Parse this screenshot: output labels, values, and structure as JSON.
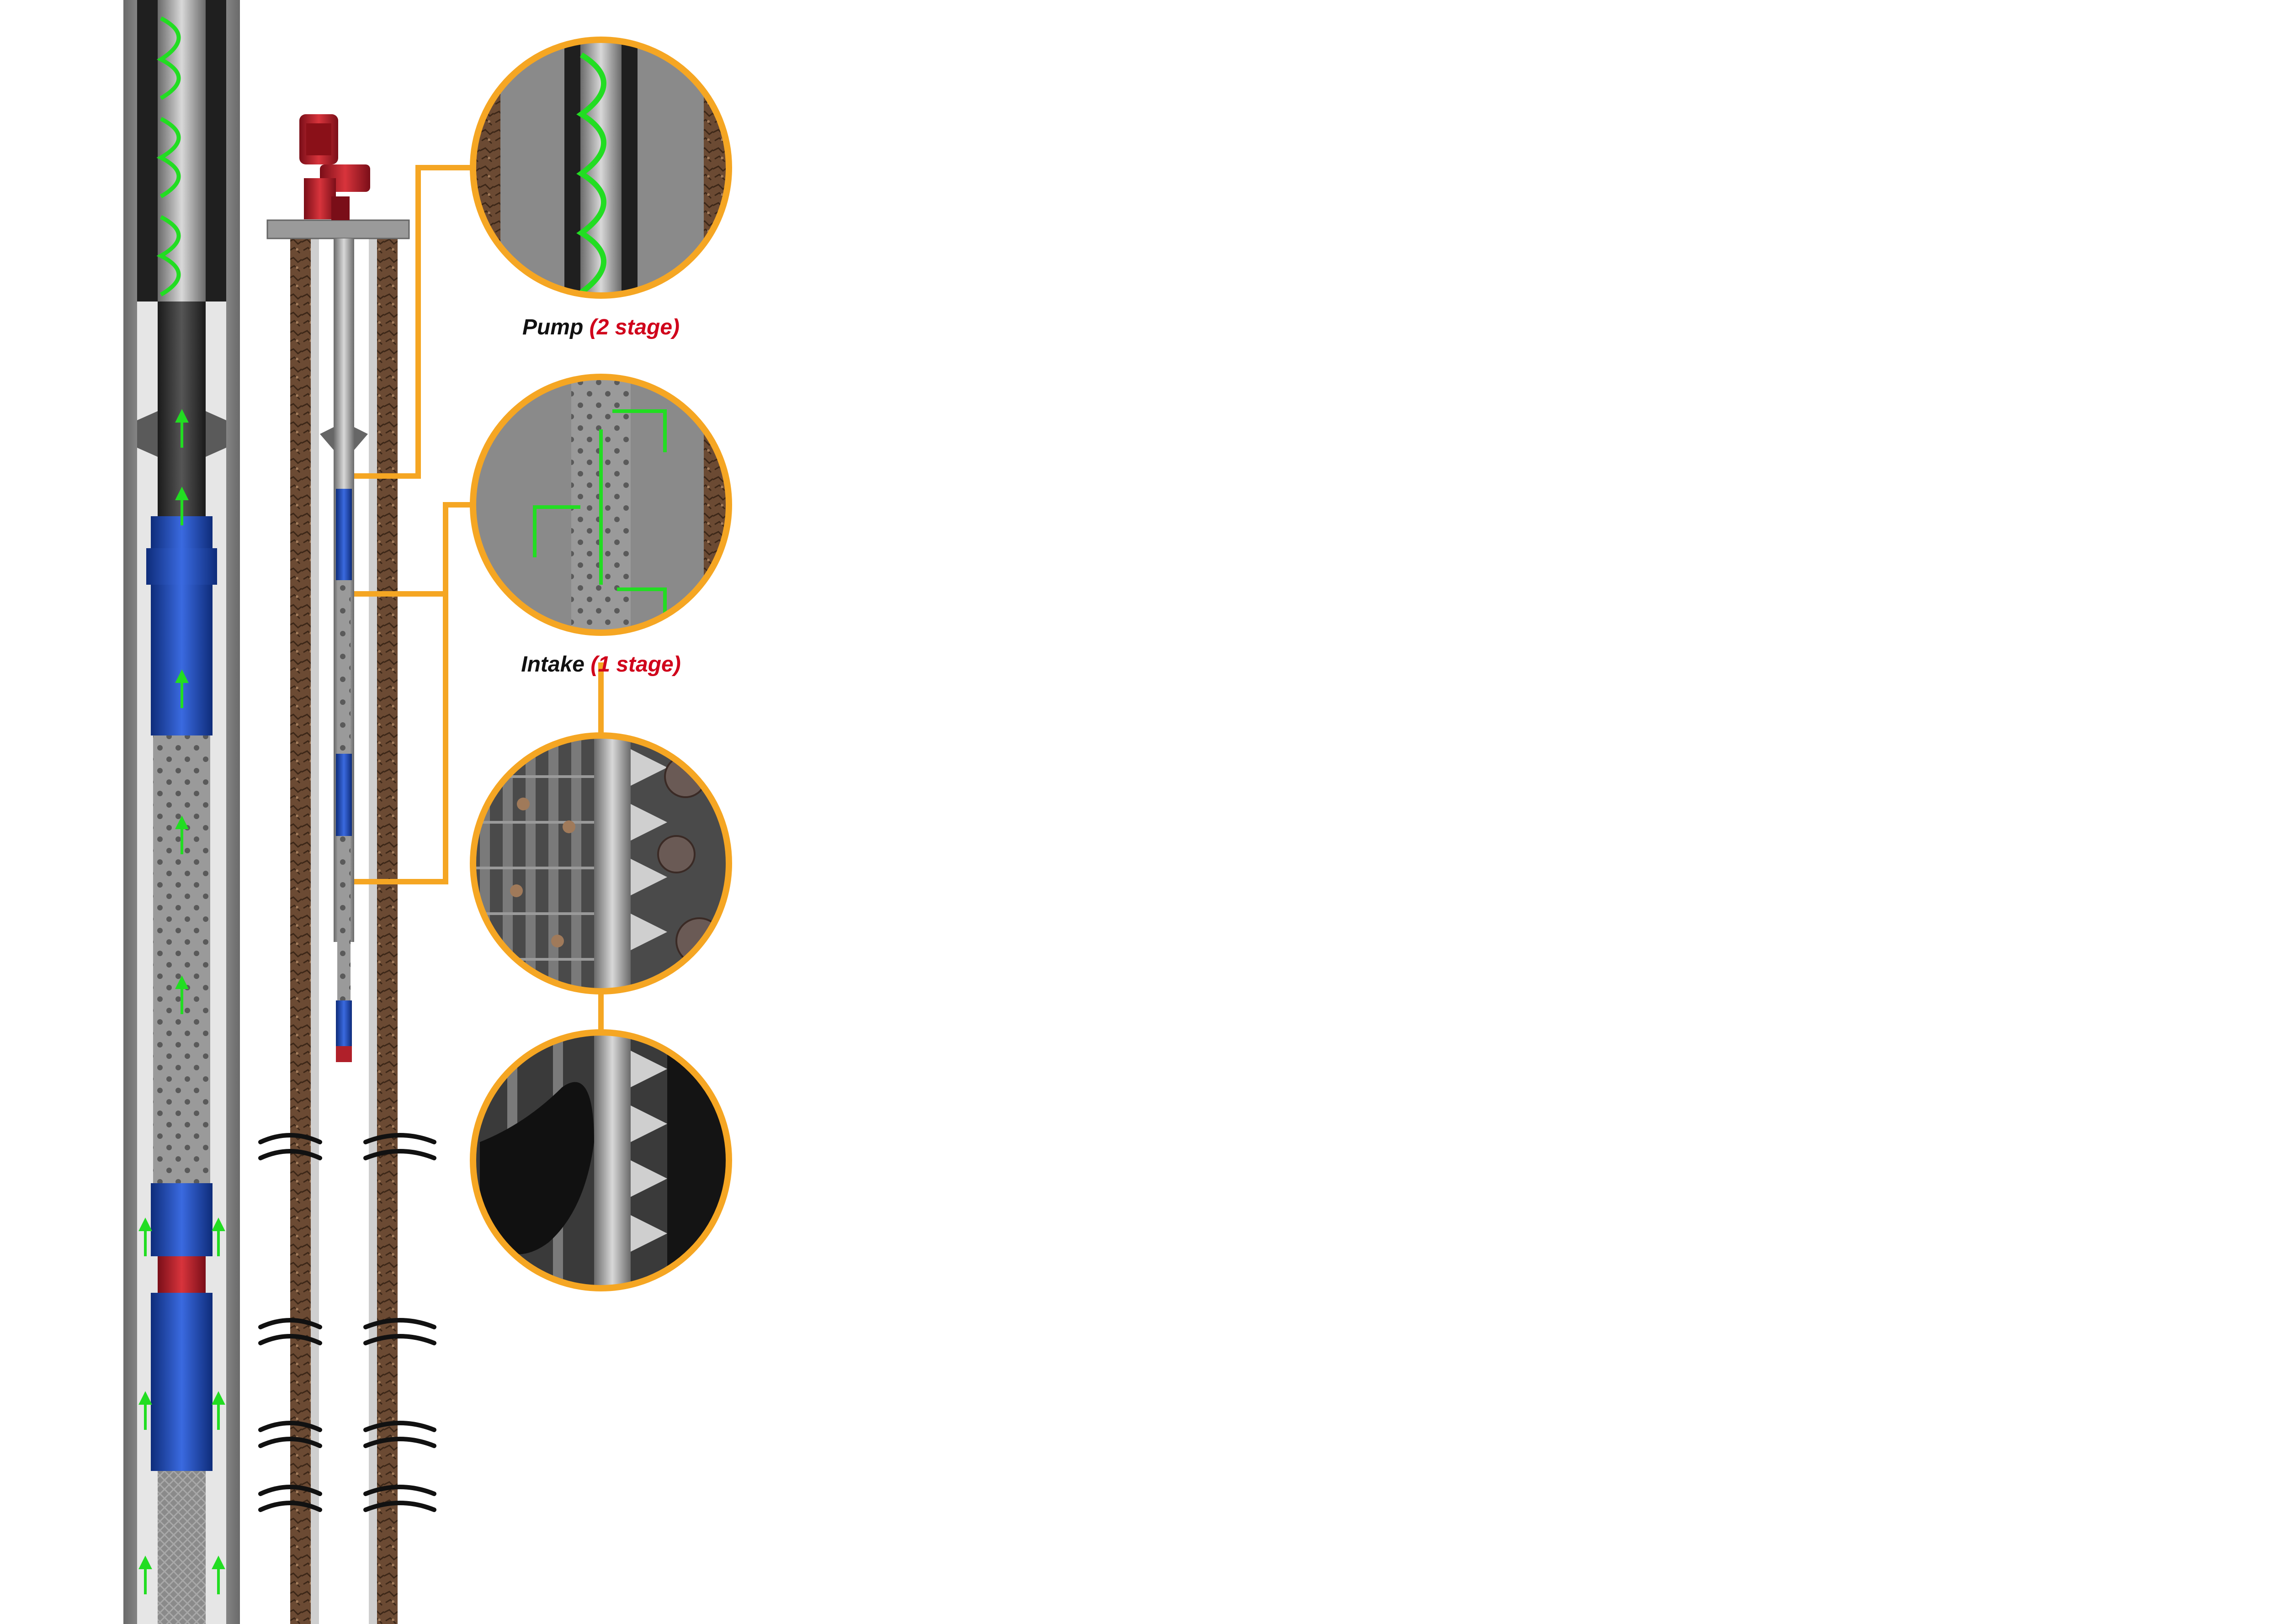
{
  "labels": {
    "pump": {
      "name": "Pump",
      "stage": "(2 stage)"
    },
    "intake": {
      "name": "Intake",
      "stage": "(1 stage)"
    }
  },
  "colors": {
    "callout_line": "#f5a623",
    "flow_arrow": "#22dd22",
    "stage_text": "#d0021b",
    "label_text": "#111111",
    "packer_blue": "#1f4fb8",
    "motor_red": "#d8343c",
    "rock_brown": "#6b4a33"
  },
  "icons": {
    "motor": "motor-icon",
    "fracture": "fracture-icon",
    "flow": "arrow-up-icon"
  }
}
